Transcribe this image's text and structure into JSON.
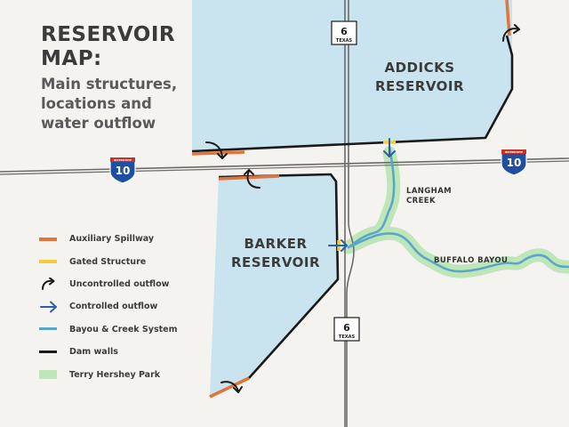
{
  "title": "RESERVOIR MAP:",
  "subtitle": "Main structures, locations and water outflow",
  "reservoirs": {
    "addicks": "ADDICKS RESERVOIR",
    "barker": "BARKER RESERVOIR"
  },
  "waterways": {
    "langham_creek": "LANGHAM CREEK",
    "buffalo_bayou": "BUFFALO BAYOU"
  },
  "highways": {
    "tx6_number": "6",
    "tx6_state": "TEXAS",
    "i10_number": "10",
    "i10_header": "INTERSTATE"
  },
  "legend": [
    {
      "label": "Auxiliary Spillway",
      "symbol": "spillway-line",
      "color": "#e2743b"
    },
    {
      "label": "Gated Structure",
      "symbol": "gated-line",
      "color": "#f2cc3c"
    },
    {
      "label": "Uncontrolled outflow",
      "symbol": "curved-arrow",
      "color": "#1a1a1a"
    },
    {
      "label": "Controlled outflow",
      "symbol": "straight-arrow",
      "color": "#2f5ea8"
    },
    {
      "label": "Bayou & Creek System",
      "symbol": "water-line",
      "color": "#5aa7c8"
    },
    {
      "label": "Dam walls",
      "symbol": "dam-line",
      "color": "#1a1a1a"
    },
    {
      "label": "Terry Hershey Park",
      "symbol": "park-swatch",
      "color": "#bfe6b8"
    }
  ],
  "colors": {
    "background": "#f4f3ef",
    "reservoir": "#c9e4ef",
    "road": "#6b6b6b",
    "interstate_blue": "#1f4fa0",
    "interstate_red": "#c8312b"
  }
}
